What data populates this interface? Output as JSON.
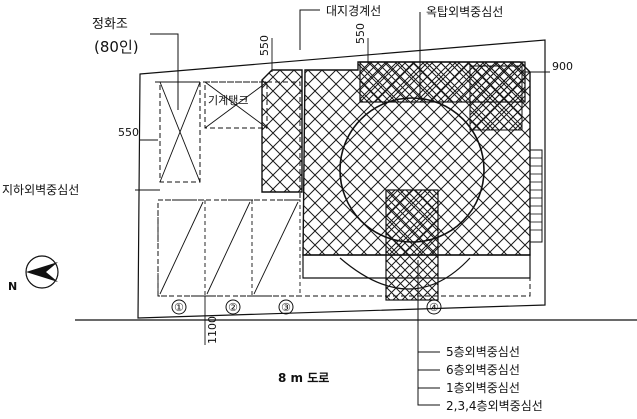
{
  "labels": {
    "septic_tank": "정화조",
    "septic_capacity": "(80인)",
    "site_boundary": "대지경계선",
    "rooftop_wall_centerline": "옥탑외벽중심선",
    "basement_wall_centerline": "지하외벽중심선",
    "machine_tank": "기계탱크",
    "road": "8 m 도로",
    "north": "N"
  },
  "dimensions": {
    "left_setback": "550",
    "top_left": "550",
    "top_right": "550",
    "right": "900",
    "road_setback": "1100"
  },
  "parking_numbers": [
    "①",
    "②",
    "③",
    "④"
  ],
  "wall_centerlines": [
    "5층외벽중심선",
    "6층외벽중심선",
    "1층외벽중심선",
    "2,3,4층외벽중심선"
  ],
  "colors": {
    "line": "#111111",
    "hatch": "#1a1a1a",
    "paper": "#ffffff"
  }
}
